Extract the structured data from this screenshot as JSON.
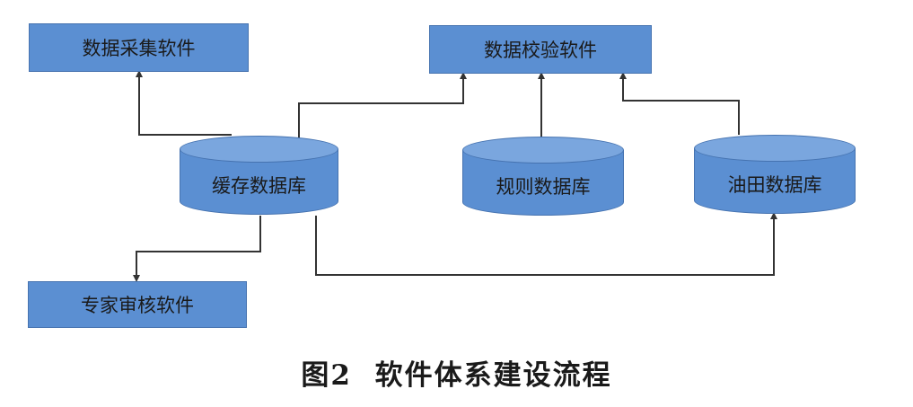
{
  "boxes": {
    "collect": "数据采集软件",
    "verify": "数据校验软件",
    "expert": "专家审核软件"
  },
  "databases": {
    "cache": "缓存数据库",
    "rules": "规则数据库",
    "oilfield": "油田数据库"
  },
  "caption": {
    "figure": "图2",
    "title": "软件体系建设流程"
  },
  "colors": {
    "node_fill": "#5b8fd2",
    "node_border": "#4673b0",
    "line": "#333333"
  }
}
